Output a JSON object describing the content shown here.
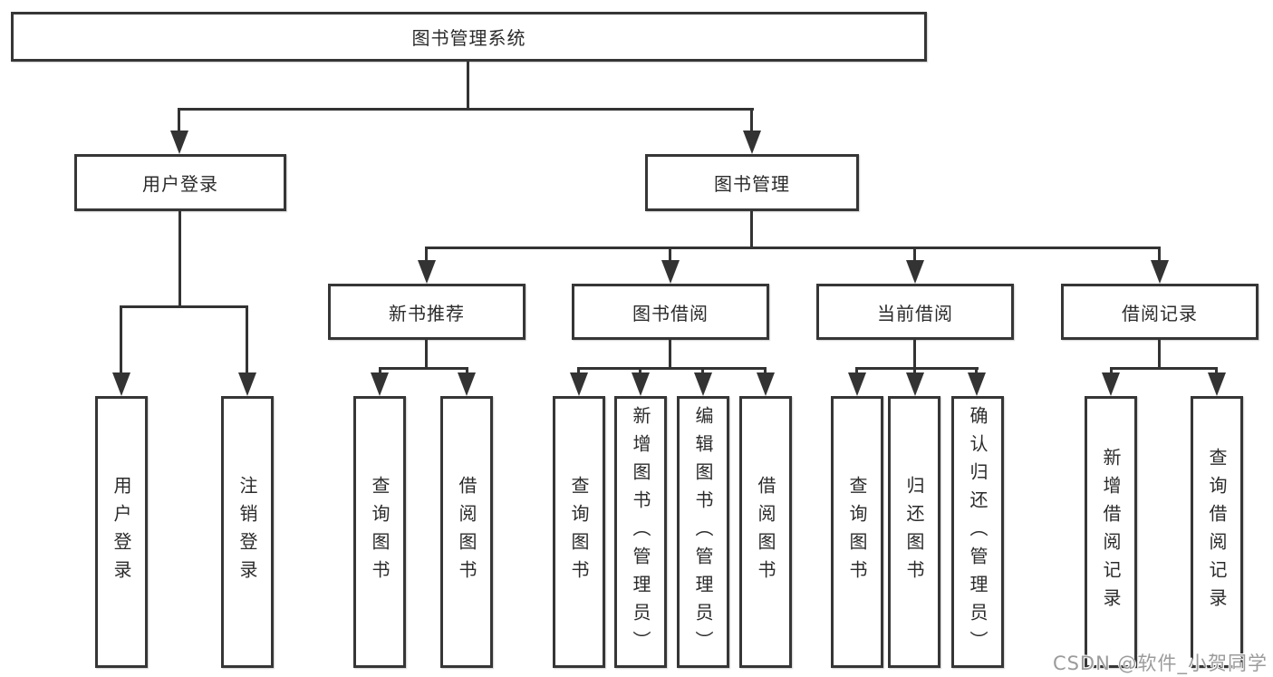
{
  "diagram_title": "图书管理系统",
  "watermark": "CSDN @软件_小贺同学",
  "colors": {
    "line": "#333333",
    "box_border": "#363636",
    "box_fill": "#ffffff",
    "text": "#2b2b2b",
    "watermark": "#9b9b9b",
    "background": "#ffffff"
  },
  "tree": {
    "label": "图书管理系统",
    "children": [
      {
        "label": "用户登录",
        "children": [
          {
            "label": "用户登录"
          },
          {
            "label": "注销登录"
          }
        ]
      },
      {
        "label": "图书管理",
        "children": [
          {
            "label": "新书推荐",
            "children": [
              {
                "label": "查询图书"
              },
              {
                "label": "借阅图书"
              }
            ]
          },
          {
            "label": "图书借阅",
            "children": [
              {
                "label": "查询图书"
              },
              {
                "label": "新增图书（管理员）"
              },
              {
                "label": "编辑图书（管理员）"
              },
              {
                "label": "借阅图书"
              }
            ]
          },
          {
            "label": "当前借阅",
            "children": [
              {
                "label": "查询图书"
              },
              {
                "label": "归还图书"
              },
              {
                "label": "确认归还（管理员）"
              }
            ]
          },
          {
            "label": "借阅记录",
            "children": [
              {
                "label": "新增借阅记录"
              },
              {
                "label": "查询借阅记录"
              }
            ]
          }
        ]
      }
    ]
  }
}
